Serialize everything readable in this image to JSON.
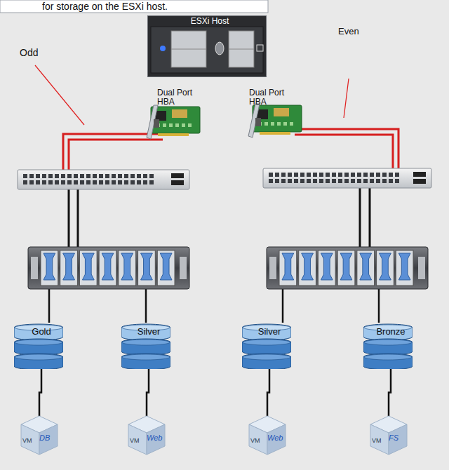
{
  "diagram": {
    "nodes": [
      {
        "text": [
          "ESXi Host"
        ]
      },
      {
        "text": [
          "Gold"
        ]
      },
      {
        "text": [
          "Silver"
        ]
      },
      {
        "text": [
          "Silver"
        ]
      },
      {
        "text": [
          "Bronze"
        ]
      },
      {
        "text": [
          "VM",
          "DB"
        ]
      },
      {
        "text": [
          "VM",
          "Web"
        ]
      },
      {
        "text": [
          "VM",
          "Web"
        ]
      },
      {
        "text": [
          "VM",
          "FS"
        ]
      }
    ],
    "edges": [
      {
        "from": 1,
        "to": 5,
        "arrow": "none"
      },
      {
        "from": 2,
        "to": 6,
        "arrow": "none"
      },
      {
        "from": 3,
        "to": 7,
        "arrow": "none"
      },
      {
        "from": 4,
        "to": 8,
        "arrow": "none"
      }
    ],
    "labels": [
      "for storage on the ESXi host.",
      "Odd",
      "Even",
      "Dual Port HBA",
      "Dual Port HBA"
    ]
  }
}
